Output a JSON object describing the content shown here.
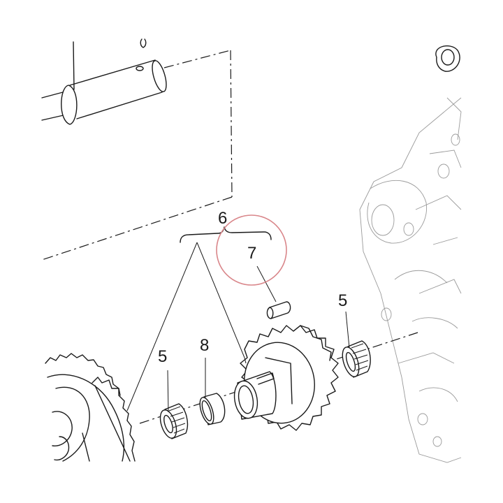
{
  "callouts": {
    "group_6": "6",
    "part_7": "7",
    "part_5_left": "5",
    "part_5_right": "5",
    "part_8": "8"
  },
  "highlight": {
    "color": "#d9868a",
    "target": "part_7"
  },
  "colors": {
    "line": "#1a1a1a",
    "ghost": "#9a9a9a",
    "background": "#ffffff"
  }
}
